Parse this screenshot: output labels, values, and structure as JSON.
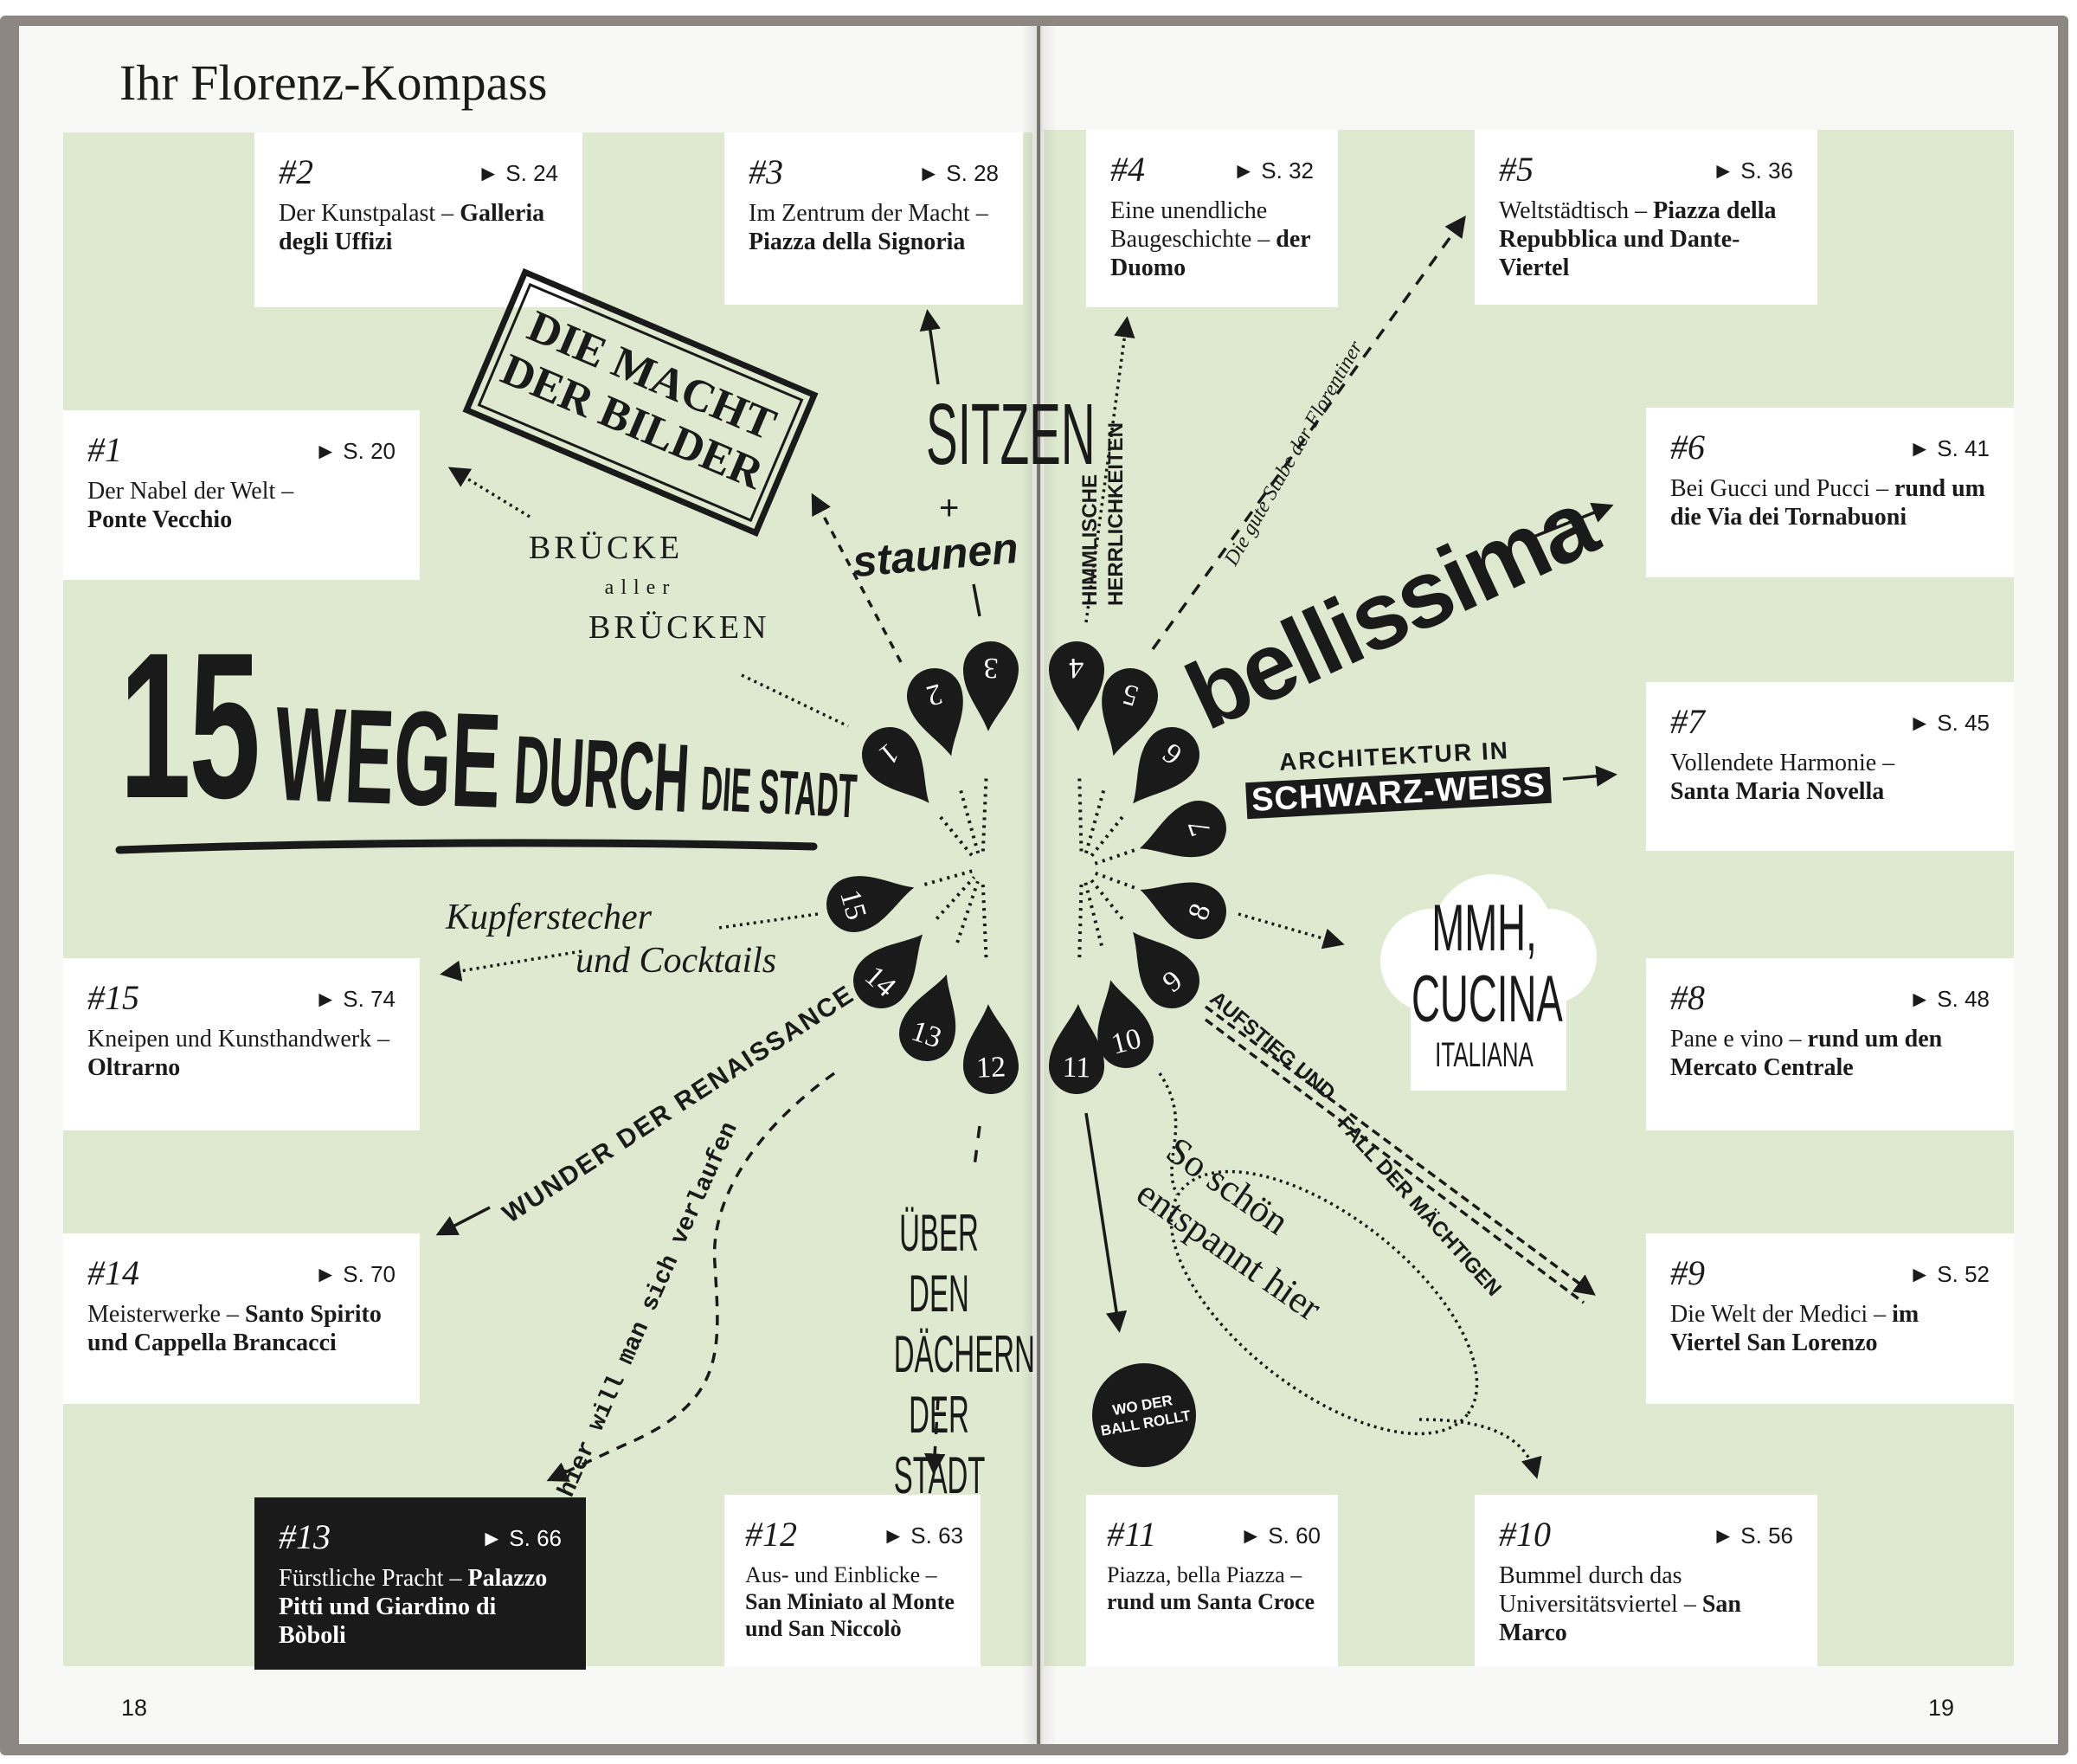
{
  "title": "Ihr Florenz-Kompass",
  "page_numbers": {
    "left": "18",
    "right": "19"
  },
  "cards": {
    "c1": {
      "num": "#1",
      "page": "► S. 20",
      "text": "Der Nabel der Welt –",
      "bold": "Ponte Vecchio"
    },
    "c2": {
      "num": "#2",
      "page": "► S. 24",
      "text": "Der Kunstpalast –",
      "bold": "Galleria degli Uffizi"
    },
    "c3": {
      "num": "#3",
      "page": "► S. 28",
      "text": "Im Zentrum der Macht –",
      "bold": "Piazza della Signoria"
    },
    "c4": {
      "num": "#4",
      "page": "► S. 32",
      "text": "Eine unendliche Baugeschichte –",
      "bold": "der Duomo"
    },
    "c5": {
      "num": "#5",
      "page": "► S. 36",
      "text": "Weltstädtisch –",
      "bold": "Piazza della Repubblica und Dante-Viertel"
    },
    "c6": {
      "num": "#6",
      "page": "► S. 41",
      "text": "Bei Gucci und Pucci –",
      "bold": "rund um die Via dei Tornabuoni"
    },
    "c7": {
      "num": "#7",
      "page": "► S. 45",
      "text": "Vollendete Harmonie –",
      "bold": "Santa Maria Novella"
    },
    "c8": {
      "num": "#8",
      "page": "► S. 48",
      "text": "Pane e vino –",
      "bold": "rund um den Mercato Centrale"
    },
    "c9": {
      "num": "#9",
      "page": "► S. 52",
      "text": "Die Welt der Medici –",
      "bold": "im Viertel San Lorenzo"
    },
    "c10": {
      "num": "#10",
      "page": "► S. 56",
      "text": "Bummel durch das Universitätsviertel –",
      "bold": "San Marco"
    },
    "c11": {
      "num": "#11",
      "page": "► S. 60",
      "text": "Piazza, bella Piazza –",
      "bold": "rund um Santa Croce"
    },
    "c12": {
      "num": "#12",
      "page": "► S. 63",
      "text": "Aus- und Einblicke –",
      "bold": "San Miniato al Monte und San Niccolò"
    },
    "c13": {
      "num": "#13",
      "page": "► S. 66",
      "text": "Fürstliche Pracht –",
      "bold": "Palazzo Pitti und Giardino di Bòboli"
    },
    "c14": {
      "num": "#14",
      "page": "► S. 70",
      "text": "Meisterwerke –",
      "bold": "Santo Spirito und Cappella Brancacci"
    },
    "c15": {
      "num": "#15",
      "page": "► S. 74",
      "text": "Kneipen und Kunsthandwerk –",
      "bold": "Oltrarno"
    }
  },
  "pins": [
    "1",
    "2",
    "3",
    "4",
    "5",
    "6",
    "7",
    "8",
    "9",
    "10",
    "11",
    "12",
    "13",
    "14",
    "15"
  ],
  "headline": {
    "n": "15",
    "w1": "WEGE",
    "w2": "DURCH",
    "w3": "DIE STADT"
  },
  "labels": {
    "stamp_1": "DIE MACHT",
    "stamp_2": "DER BILDER",
    "sitzen": "SITZEN",
    "plus": "+",
    "staunen": "staunen",
    "bruecke_1": "BRÜCKE",
    "bruecke_2": "aller",
    "bruecke_3": "BRÜCKEN",
    "kupfer_1": "Kupferstecher",
    "kupfer_2": "und Cocktails",
    "wunder": "WUNDER DER RENAISSANCE",
    "verlaufen": "hier will man sich verlaufen",
    "daecher_1": "ÜBER DEN",
    "daecher_2": "DÄCHERN",
    "daecher_3": "DER STADT",
    "himmlisch_1": "HIMMLISCHE",
    "himmlisch_2": "HERRLICHKEITEN",
    "stube": "Die gute Stube der Florentiner",
    "bellissima": "bellissima",
    "archi_1": "ARCHITEKTUR IN",
    "archi_2": "SCHWARZ-WEISS",
    "mmh_1": "MMH,",
    "mmh_2": "CUCINA",
    "mmh_3": "ITALIANA",
    "aufstieg_1": "AUFSTIEG UND",
    "aufstieg_2": "FALL DER MÄCHTIGEN",
    "schoen_1": "So schön",
    "schoen_2": "entspannt hier",
    "ball_1": "WO DER",
    "ball_2": "BALL ROLLT"
  }
}
